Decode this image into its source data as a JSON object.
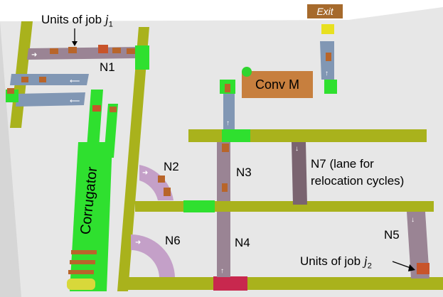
{
  "labels": {
    "units_j1_prefix": "Units of job ",
    "units_j1_var": "j",
    "units_j1_sub": "1",
    "units_j2_prefix": "Units of job ",
    "units_j2_var": "j",
    "units_j2_sub": "2",
    "n1": "N1",
    "n2": "N2",
    "n3": "N3",
    "n4": "N4",
    "n5": "N5",
    "n6": "N6",
    "n7_line1": "N7 (lane for",
    "n7_line2": "relocation cycles)",
    "conv_m": "Conv M",
    "exit": "Exit",
    "corrugator": "Corrugator"
  },
  "colors": {
    "floor": "#e6e6e6",
    "rail": "#a9b21c",
    "green": "#2fe02f",
    "blue_lane": "#8197b4",
    "mauve_lane": "#9a8494",
    "curve": "#c4a0c8",
    "unit": "#b8652a",
    "conv_m": "#c77f3e",
    "exit_pad": "#e8e020",
    "red_pad": "#c8284e"
  }
}
